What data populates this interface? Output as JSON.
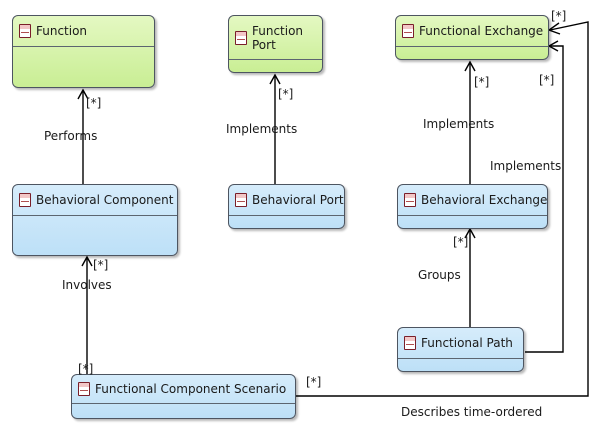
{
  "nodes": {
    "function": "Function",
    "function_port": "Function Port",
    "functional_exchange": "Functional Exchange",
    "behavioral_component": "Behavioral Component",
    "behavioral_port": "Behavioral Port",
    "behavioral_exchange": "Behavioral Exchange",
    "functional_path": "Functional Path",
    "functional_component_scenario": "Functional Component Scenario"
  },
  "edges": {
    "performs": {
      "label": "Performs",
      "multiplicity": "[*]"
    },
    "implements_port": {
      "label": "Implements",
      "multiplicity": "[*]"
    },
    "implements_exchange": {
      "label": "Implements",
      "multiplicity": "[*]"
    },
    "implements_path": {
      "label": "Implements",
      "multiplicity": "[*]"
    },
    "groups": {
      "label": "Groups",
      "multiplicity": "[*]"
    },
    "involves": {
      "label": "Involves",
      "multiplicity_top": "[*]",
      "multiplicity_bottom": "[*]"
    },
    "describes": {
      "label": "Describes time-ordered",
      "multiplicity_top": "[*]",
      "multiplicity_scenario": "[*]"
    }
  },
  "colors": {
    "function_fill": "#c9ee94",
    "component_fill": "#bde0f7",
    "border": "#4d5561",
    "icon": "#7a1f2a"
  }
}
